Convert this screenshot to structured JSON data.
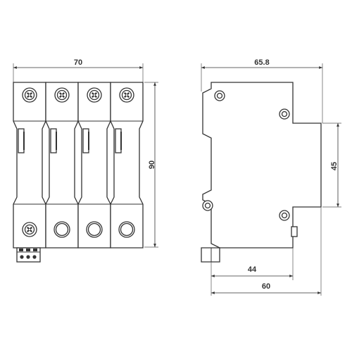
{
  "front_view": {
    "width_label": "70",
    "height_label": "90",
    "poles": 4
  },
  "side_view": {
    "depth_label": "65.8",
    "rail_label": "45",
    "base_label_44": "44",
    "base_label_60": "60"
  },
  "colors": {
    "line": "#333333",
    "background": "#ffffff"
  }
}
